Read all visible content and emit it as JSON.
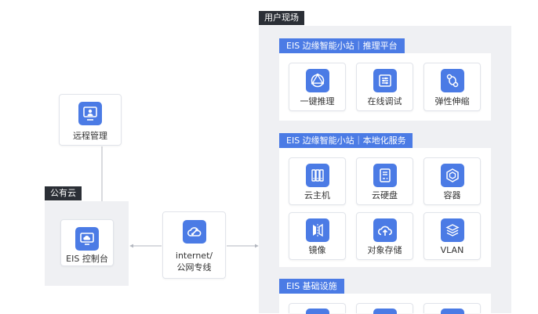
{
  "colors": {
    "accent": "#4b7be5",
    "region_bg": "#eff0f3",
    "tag_bg": "#2b2f36",
    "connector": "#b3b7bf"
  },
  "site": {
    "title": "用户现场",
    "sections": [
      {
        "title": "EIS 边缘智能小站｜推理平台",
        "items": [
          {
            "label": "一键推理",
            "icon": "brain-network-icon"
          },
          {
            "label": "在线调试",
            "icon": "debug-sliders-icon"
          },
          {
            "label": "弹性伸缩",
            "icon": "elastic-scaling-icon"
          }
        ]
      },
      {
        "title": "EIS 边缘智能小站｜本地化服务",
        "items": [
          {
            "label": "云主机",
            "icon": "server-icon"
          },
          {
            "label": "云硬盘",
            "icon": "disk-icon"
          },
          {
            "label": "容器",
            "icon": "container-icon"
          },
          {
            "label": "镜像",
            "icon": "mirror-image-icon"
          },
          {
            "label": "对象存储",
            "icon": "cloud-upload-icon"
          },
          {
            "label": "VLAN",
            "icon": "layers-icon"
          }
        ]
      },
      {
        "title": "EIS 基础设施",
        "items": []
      }
    ]
  },
  "public_cloud": {
    "title": "公有云",
    "console": {
      "label": "EIS 控制台",
      "icon": "cloud-monitor-icon"
    }
  },
  "remote": {
    "label": "远程管理",
    "icon": "remote-user-monitor-icon"
  },
  "network": {
    "label_line1": "internet/",
    "label_line2": "公网专线",
    "icon": "cloud-link-icon"
  }
}
